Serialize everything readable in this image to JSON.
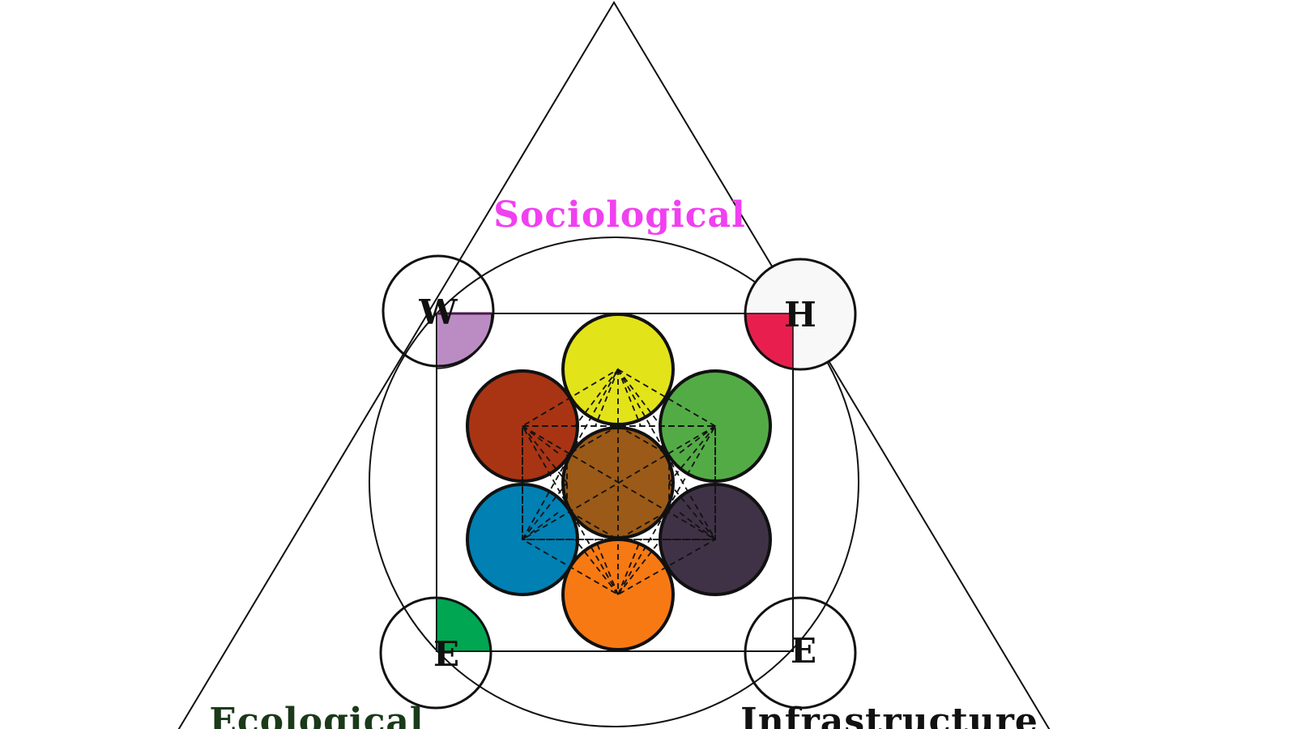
{
  "labels": {
    "top": "Sociological",
    "bottom_left": "Ecological",
    "bottom_right": "Infrastructure"
  },
  "label_colors": {
    "top": "#f040f0",
    "bottom_left": "#1a3a1a",
    "bottom_right": "#111111"
  },
  "corners": {
    "top_left": {
      "letter": "W",
      "accent_color": "#bb8cc3"
    },
    "top_right": {
      "letter": "H",
      "accent_color": "#e81f4e"
    },
    "bottom_left": {
      "letter": "E",
      "accent_color": "#00a651"
    },
    "bottom_right": {
      "letter": "E",
      "accent_color": ""
    }
  },
  "petal_colors": {
    "top": "#e3e31a",
    "upper_left": "#a83414",
    "upper_right": "#53ab46",
    "center": "#9b5a17",
    "lower_left": "#0080b3",
    "lower_right": "#3f3246",
    "bottom": "#f77913"
  }
}
